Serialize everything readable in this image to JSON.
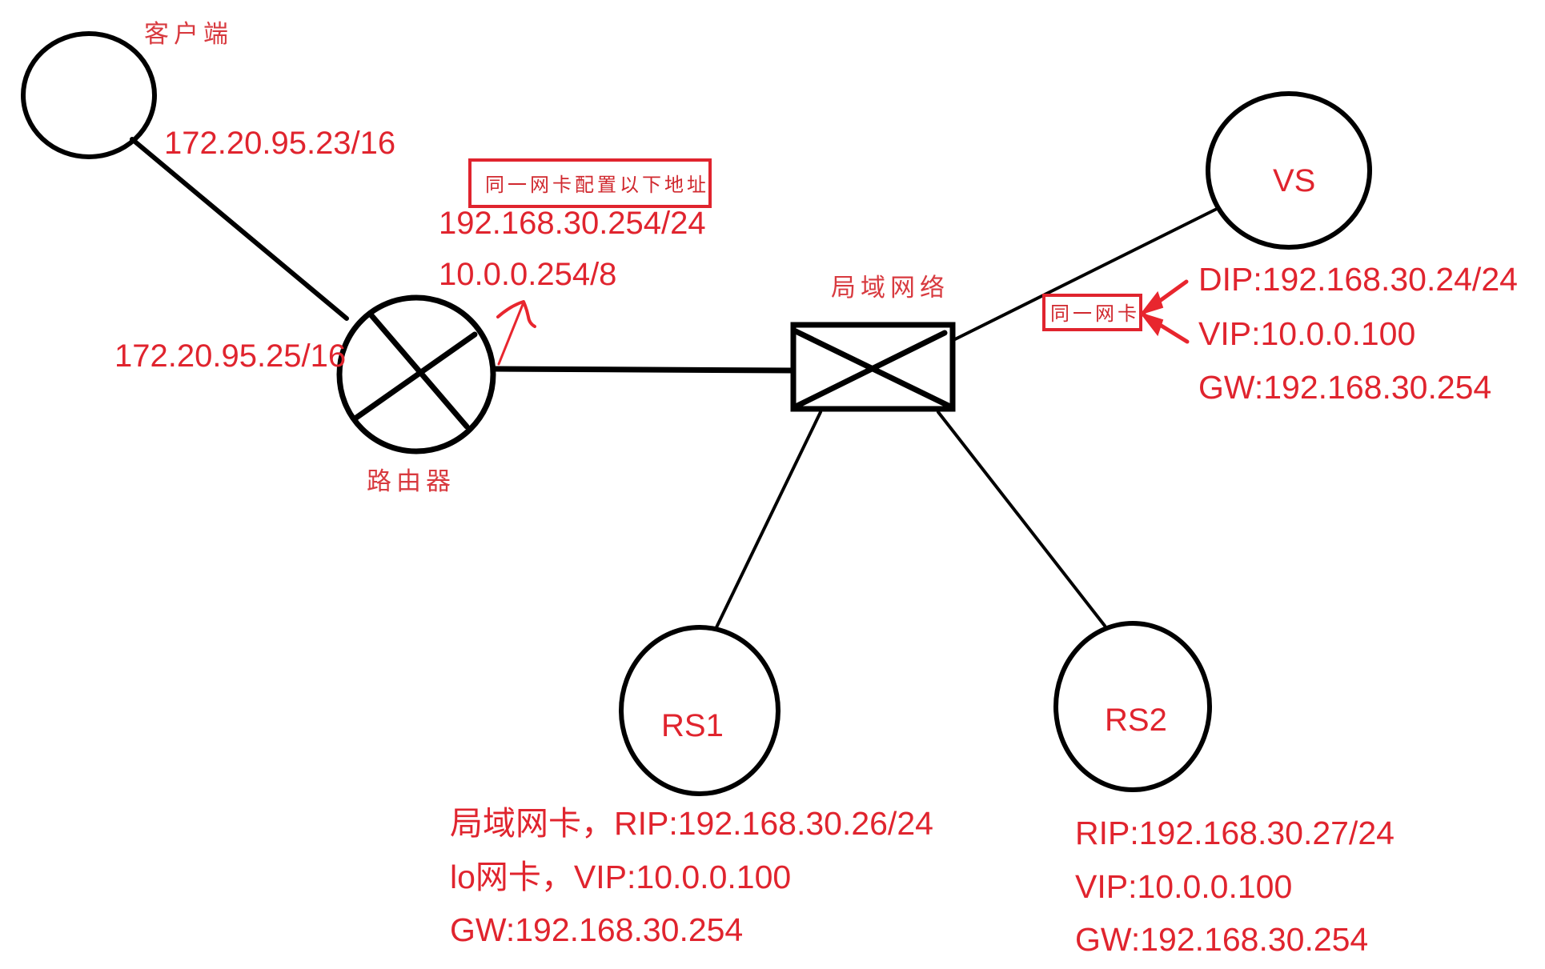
{
  "diagram": {
    "title": "LVS-DR network topology",
    "colors": {
      "annotation": "#e0242e",
      "line": "#000000",
      "background": "#ffffff"
    },
    "nodes": {
      "client": {
        "label": "客户端",
        "ip": "172.20.95.23/16"
      },
      "router": {
        "label": "路由器",
        "outer_ip": "172.20.95.25/16",
        "inner_ips_note": "同一网卡配置以下地址",
        "inner_ip_1": "192.168.30.254/24",
        "inner_ip_2": "10.0.0.254/8"
      },
      "switch": {
        "label": "局域网络"
      },
      "vs": {
        "label": "VS",
        "same_nic_note": "同一网卡",
        "dip": "DIP:192.168.30.24/24",
        "vip": "VIP:10.0.0.100",
        "gw": "GW:192.168.30.254"
      },
      "rs1": {
        "label": "RS1",
        "rip": "局域网卡，RIP:192.168.30.26/24",
        "vip": "lo网卡，VIP:10.0.0.100",
        "gw": "GW:192.168.30.254"
      },
      "rs2": {
        "label": "RS2",
        "rip": "RIP:192.168.30.27/24",
        "vip": "VIP:10.0.0.100",
        "gw": "GW:192.168.30.254"
      }
    },
    "links": [
      {
        "from": "client",
        "to": "router"
      },
      {
        "from": "router",
        "to": "switch"
      },
      {
        "from": "switch",
        "to": "vs"
      },
      {
        "from": "switch",
        "to": "rs1"
      },
      {
        "from": "switch",
        "to": "rs2"
      }
    ]
  }
}
